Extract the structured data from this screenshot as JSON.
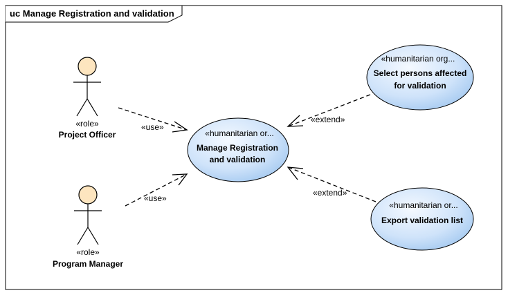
{
  "diagram": {
    "title": "uc Manage Registration and validation",
    "actors": [
      {
        "id": "project_officer",
        "stereotype": "«role»",
        "name": "Project Officer"
      },
      {
        "id": "program_manager",
        "stereotype": "«role»",
        "name": "Program Manager"
      }
    ],
    "use_cases": [
      {
        "id": "manage",
        "stereotype": "«humanitarian or...",
        "name_lines": [
          "Manage Registration",
          "and validation"
        ]
      },
      {
        "id": "select",
        "stereotype": "«humanitarian org...",
        "name_lines": [
          "Select persons affected",
          "for validation"
        ]
      },
      {
        "id": "export",
        "stereotype": "«humanitarian or...",
        "name_lines": [
          "Export validation list"
        ]
      }
    ],
    "connectors": [
      {
        "from": "project_officer",
        "to": "manage",
        "label": "«use»"
      },
      {
        "from": "program_manager",
        "to": "manage",
        "label": "«use»"
      },
      {
        "from": "select",
        "to": "manage",
        "label": "«extend»"
      },
      {
        "from": "export",
        "to": "manage",
        "label": "«extend»"
      }
    ],
    "colors": {
      "ellipse_fill_light": "#eef5ff",
      "ellipse_fill_dark": "#a9cdf2",
      "actor_head": "#fde5bf",
      "frame_border": "#000000"
    }
  }
}
